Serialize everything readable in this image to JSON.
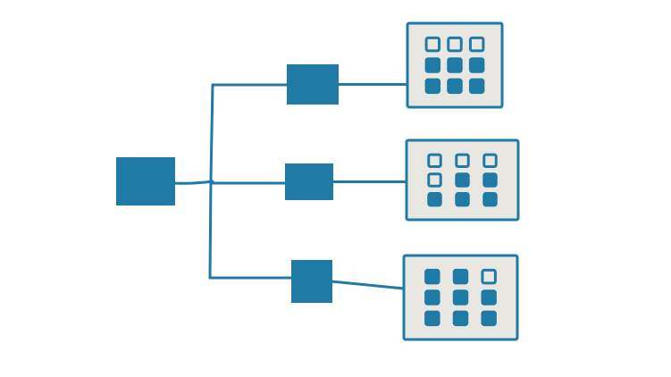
{
  "diagram": {
    "kind": "hand-drawn hierarchy / tree",
    "colors": {
      "primary": "#1f7ba6",
      "panel_fill": "#e9e7e2",
      "background": "#ffffff"
    },
    "root": {
      "name": "root-node"
    },
    "branches": [
      {
        "name": "branch-1",
        "grid": {
          "rows": 3,
          "cols": 3,
          "filled_pattern": [
            [
              false,
              false,
              false
            ],
            [
              true,
              true,
              true
            ],
            [
              true,
              true,
              true
            ]
          ]
        }
      },
      {
        "name": "branch-2",
        "grid": {
          "rows": 3,
          "cols": 3,
          "filled_pattern": [
            [
              false,
              false,
              false
            ],
            [
              false,
              true,
              true
            ],
            [
              true,
              true,
              true
            ]
          ]
        }
      },
      {
        "name": "branch-3",
        "grid": {
          "rows": 3,
          "cols": 3,
          "filled_pattern": [
            [
              true,
              true,
              false
            ],
            [
              true,
              true,
              true
            ],
            [
              true,
              true,
              true
            ]
          ]
        }
      }
    ]
  }
}
